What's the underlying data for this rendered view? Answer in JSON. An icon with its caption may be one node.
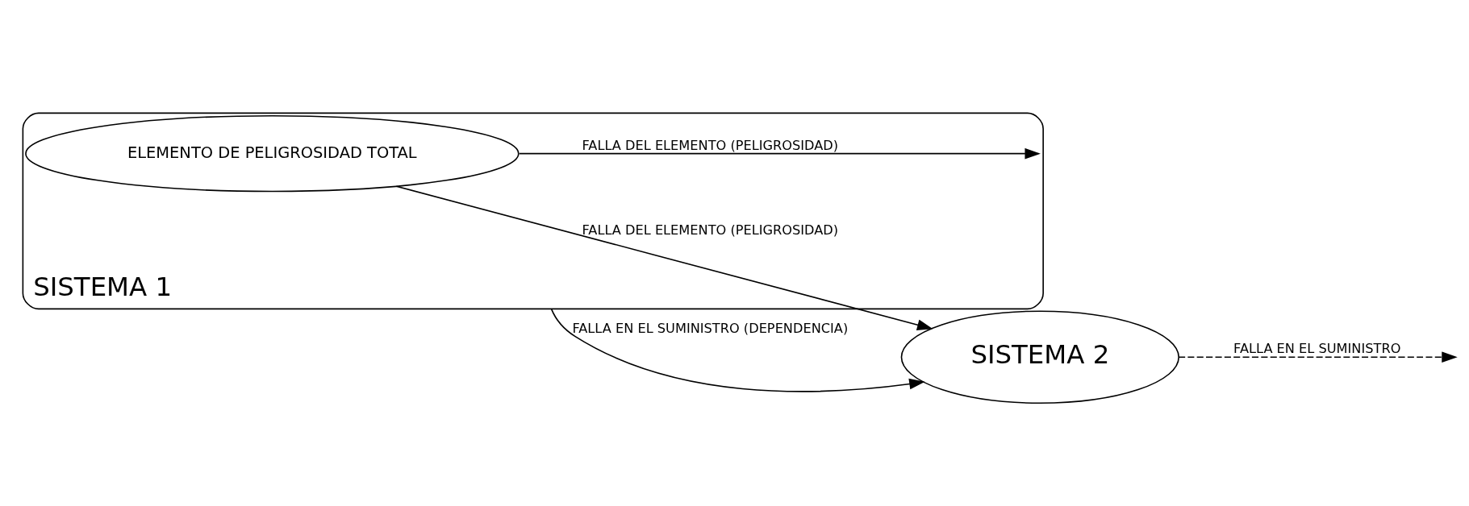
{
  "diagram": {
    "nodes": [
      {
        "text": [
          "SISTEMA 1"
        ]
      },
      {
        "text": [
          "ELEMENTO DE PELIGROSIDAD TOTAL"
        ],
        "in": 0
      },
      {
        "text": [
          "SISTEMA 2"
        ]
      }
    ],
    "edges": [
      {
        "from": 1,
        "to": 0,
        "arrow": "to",
        "label": "FALLA DEL ELEMENTO (PELIGROSIDAD)"
      },
      {
        "from": 1,
        "to": 2,
        "arrow": "to",
        "label": "FALLA DEL ELEMENTO (PELIGROSIDAD)"
      },
      {
        "from": 0,
        "to": 2,
        "arrow": "to",
        "label": "FALLA EN EL SUMINISTRO (DEPENDENCIA)"
      },
      {
        "from": 2,
        "to": null,
        "arrow": "to",
        "label": "FALLA EN EL SUMINISTRO",
        "style": "dashed"
      }
    ]
  }
}
